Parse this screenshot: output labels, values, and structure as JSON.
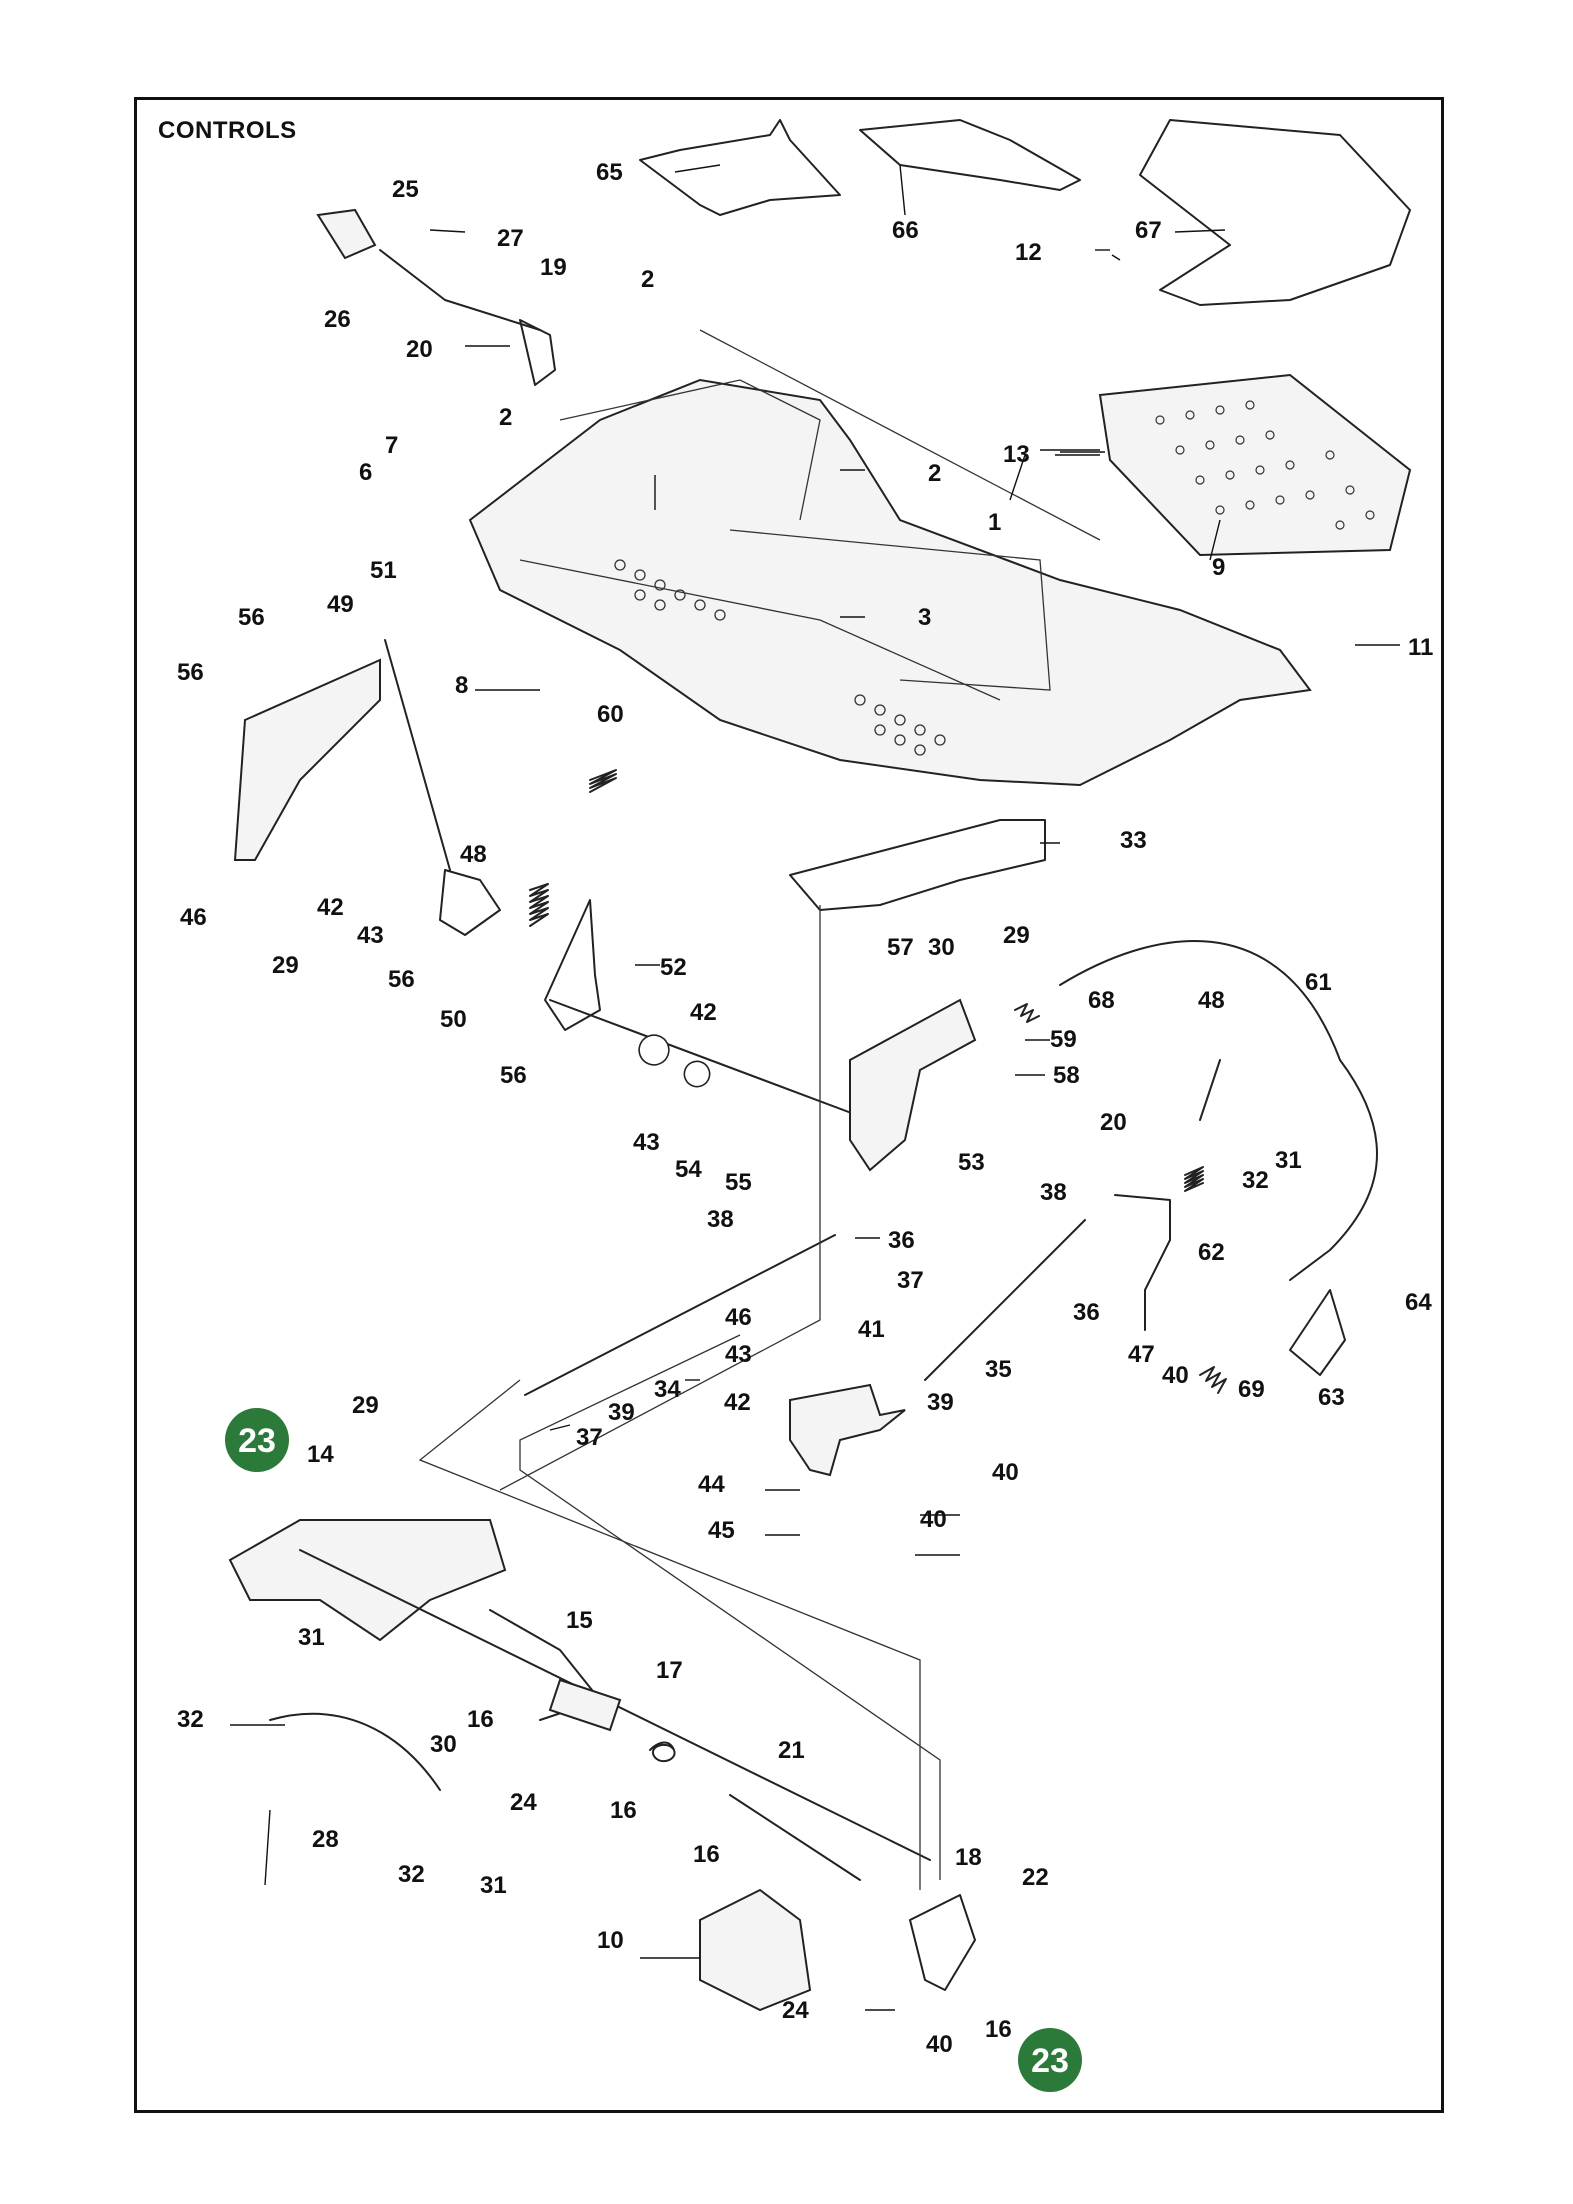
{
  "diagram": {
    "title": "CONTROLS",
    "callouts": [
      "1",
      "2",
      "3",
      "6",
      "7",
      "8",
      "9",
      "10",
      "11",
      "12",
      "13",
      "14",
      "15",
      "16",
      "17",
      "18",
      "19",
      "20",
      "21",
      "22",
      "23",
      "24",
      "25",
      "26",
      "27",
      "28",
      "29",
      "30",
      "31",
      "32",
      "33",
      "34",
      "35",
      "36",
      "37",
      "38",
      "39",
      "40",
      "41",
      "42",
      "43",
      "44",
      "45",
      "46",
      "47",
      "48",
      "49",
      "50",
      "51",
      "52",
      "53",
      "54",
      "55",
      "56",
      "57",
      "58",
      "59",
      "60",
      "61",
      "62",
      "63",
      "64",
      "65",
      "66",
      "67",
      "68",
      "69"
    ],
    "highlight_badges": [
      "23",
      "23"
    ],
    "badge_color": "#2c7a3a"
  }
}
